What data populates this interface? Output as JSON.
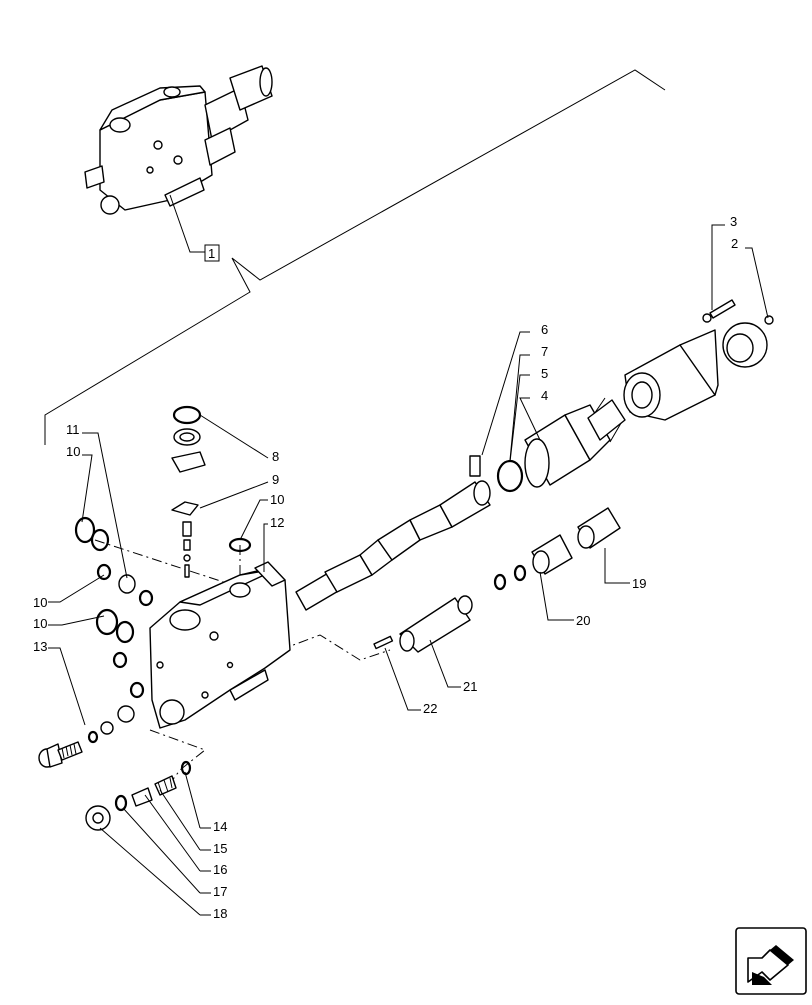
{
  "labels": {
    "callout_1": "1",
    "callout_2": "2",
    "callout_3": "3",
    "callout_4": "4",
    "callout_5": "5",
    "callout_6": "6",
    "callout_7": "7",
    "callout_8": "8",
    "callout_9": "9",
    "callout_10a": "10",
    "callout_10b": "10",
    "callout_10c": "10",
    "callout_10d": "10",
    "callout_11": "11",
    "callout_12": "12",
    "callout_13": "13",
    "callout_14": "14",
    "callout_15": "15",
    "callout_16": "16",
    "callout_17": "17",
    "callout_18": "18",
    "callout_19": "19",
    "callout_20": "20",
    "callout_21": "21",
    "callout_22": "22"
  },
  "icons": {
    "nav": "next-page-arrow-icon"
  }
}
